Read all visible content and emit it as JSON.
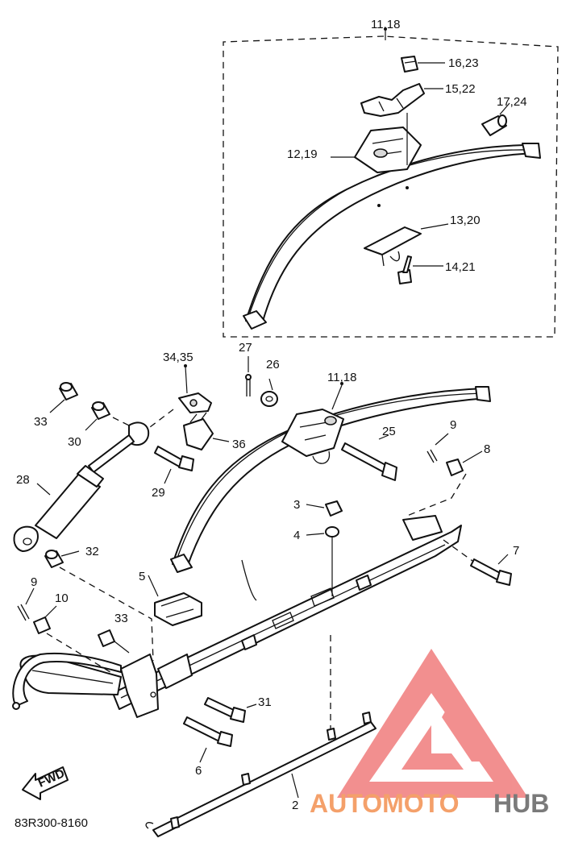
{
  "diagram": {
    "callouts": {
      "c_11_18_top": "11,18",
      "c_16_23": "16,23",
      "c_15_22": "15,22",
      "c_17_24": "17,24",
      "c_12_19": "12,19",
      "c_13_20": "13,20",
      "c_14_21": "14,21",
      "c_34_35": "34,35",
      "c_27": "27",
      "c_26": "26",
      "c_11_18_mid": "11,18",
      "c_25": "25",
      "c_9_right": "9",
      "c_8": "8",
      "c_33_top": "33",
      "c_30": "30",
      "c_36": "36",
      "c_29": "29",
      "c_28": "28",
      "c_3": "3",
      "c_4": "4",
      "c_7": "7",
      "c_32": "32",
      "c_5": "5",
      "c_9_left": "9",
      "c_10": "10",
      "c_33_bottom": "33",
      "c_31": "31",
      "c_6": "6",
      "c_2": "2"
    },
    "fwd_arrow_label": "FWD",
    "part_code": "83R300-8160"
  },
  "watermark": {
    "brand_text_a": "AUTOMOTO",
    "brand_text_b": "HUB",
    "brand_color_a": "#f4a06a",
    "brand_color_b": "#7a7a7a",
    "logo_color": "#f07c7c"
  }
}
